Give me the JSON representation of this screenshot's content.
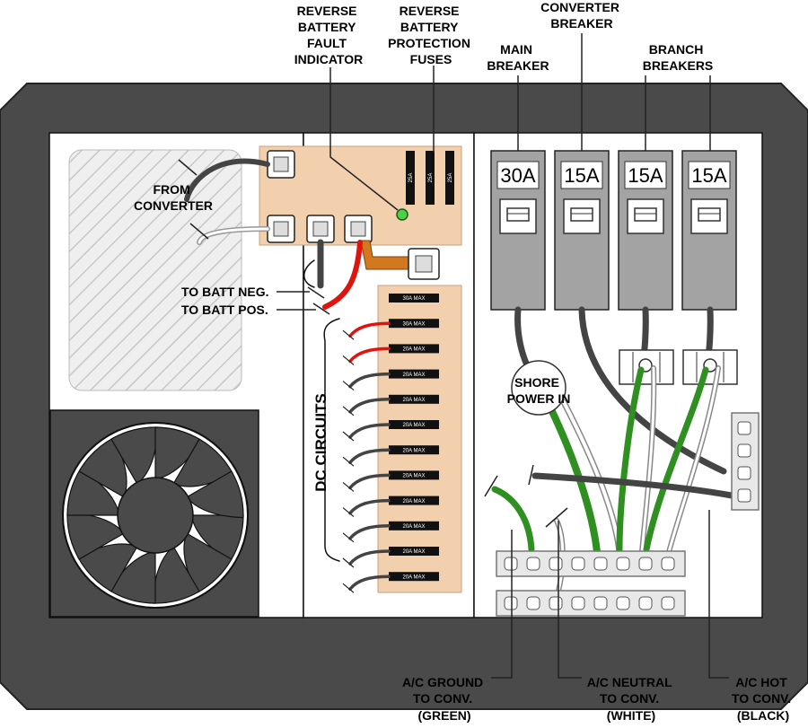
{
  "labels": {
    "reverse_battery_fault_indicator": [
      "REVERSE",
      "BATTERY",
      "FAULT",
      "INDICATOR"
    ],
    "reverse_battery_protection_fuses": [
      "REVERSE",
      "BATTERY",
      "PROTECTION",
      "FUSES"
    ],
    "converter_breaker": [
      "CONVERTER",
      "BREAKER"
    ],
    "main_breaker": [
      "MAIN",
      "BREAKER"
    ],
    "branch_breakers": [
      "BRANCH",
      "BREAKERS"
    ],
    "from_converter": [
      "FROM",
      "CONVERTER"
    ],
    "to_batt_neg": "TO BATT NEG.",
    "to_batt_pos": "TO BATT POS.",
    "dc_circuits": "DC CIRCUITS",
    "shore_power_in": [
      "SHORE",
      "POWER IN"
    ],
    "ac_ground": [
      "A/C GROUND",
      "TO CONV.",
      "(GREEN)"
    ],
    "ac_neutral": [
      "A/C NEUTRAL",
      "TO CONV.",
      "(WHITE)"
    ],
    "ac_hot": [
      "A/C HOT",
      "TO CONV.",
      "(BLACK)"
    ]
  },
  "breakers": {
    "main": "30A",
    "converter": "15A",
    "branch_1": "15A",
    "branch_2": "15A"
  },
  "reverse_fuses": [
    "25A",
    "25A",
    "25A"
  ],
  "dc_fuses": [
    "30A MAX",
    "30A MAX",
    "20A MAX",
    "20A MAX",
    "20A MAX",
    "20A MAX",
    "20A MAX",
    "20A MAX",
    "20A MAX",
    "20A MAX",
    "20A MAX",
    "20A MAX"
  ],
  "colors": {
    "frame": "#4a4a4a",
    "dc_panel": "#f2cfad",
    "breaker": "#a3a3a3",
    "ground_wire": "#2f8f20",
    "positive_wire": "#e0140f",
    "negative_wire": "#444444",
    "indicator_led": "#4ed144",
    "busbar_strap": "#d2781f"
  }
}
